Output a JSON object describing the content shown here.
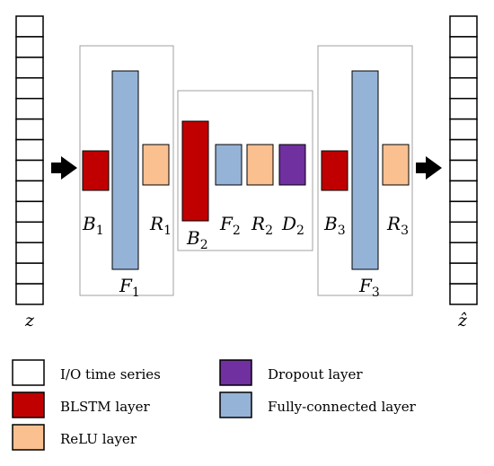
{
  "colors": {
    "blstm": "#c00000",
    "fully_connected": "#95b3d7",
    "relu": "#fac090",
    "dropout": "#7030a0",
    "io": "#ffffff",
    "box_border": "#a0a0a0"
  },
  "io": {
    "input_symbol": "z",
    "output_symbol": "ẑ",
    "cells": 14
  },
  "labels": {
    "b1": {
      "main": "B",
      "sub": "1"
    },
    "f1": {
      "main": "F",
      "sub": "1"
    },
    "r1": {
      "main": "R",
      "sub": "1"
    },
    "b2": {
      "main": "B",
      "sub": "2"
    },
    "f2": {
      "main": "F",
      "sub": "2"
    },
    "r2": {
      "main": "R",
      "sub": "2"
    },
    "d2": {
      "main": "D",
      "sub": "2"
    },
    "b3": {
      "main": "B",
      "sub": "3"
    },
    "f3": {
      "main": "F",
      "sub": "3"
    },
    "r3": {
      "main": "R",
      "sub": "3"
    }
  },
  "legend": {
    "io": "I/O time series",
    "blstm": "BLSTM layer",
    "relu": "ReLU layer",
    "dropout": "Dropout layer",
    "fully_connected": "Fully-connected layer"
  }
}
